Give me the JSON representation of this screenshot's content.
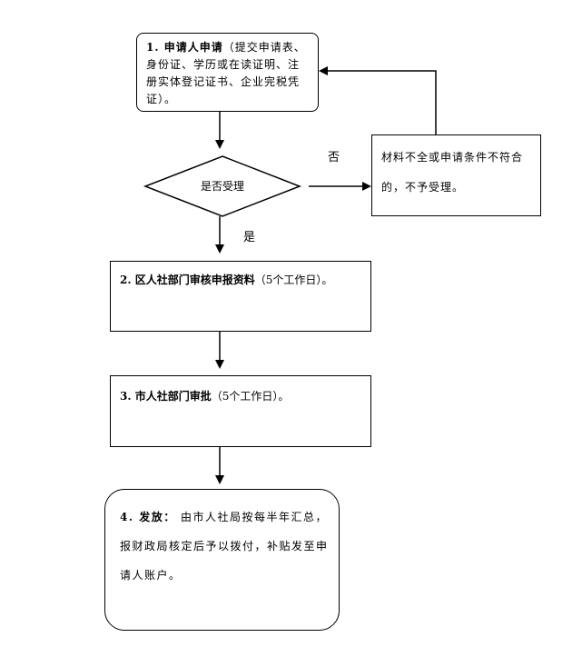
{
  "step1": {
    "bold": "1. 申请人申请",
    "text": "（提交申请表、身份证、学历或在读证明、注册实体登记证书、企业完税凭证）。"
  },
  "decision": {
    "label": "是否受理"
  },
  "branch": {
    "no_label": "否",
    "yes_label": "是"
  },
  "reject": {
    "text": "材料不全或申请条件不符合的，不予受理。"
  },
  "step2": {
    "bold": "2. 区人社部门审核申报资料",
    "text": "（5个工作日）。"
  },
  "step3": {
    "bold": "3. 市人社部门审批",
    "text": "（5个工作日）。"
  },
  "step4": {
    "bold": "4. 发放：",
    "text": " 由市人社局按每半年汇总，报财政局核定后予以拨付，补贴发至申请人账户。"
  }
}
